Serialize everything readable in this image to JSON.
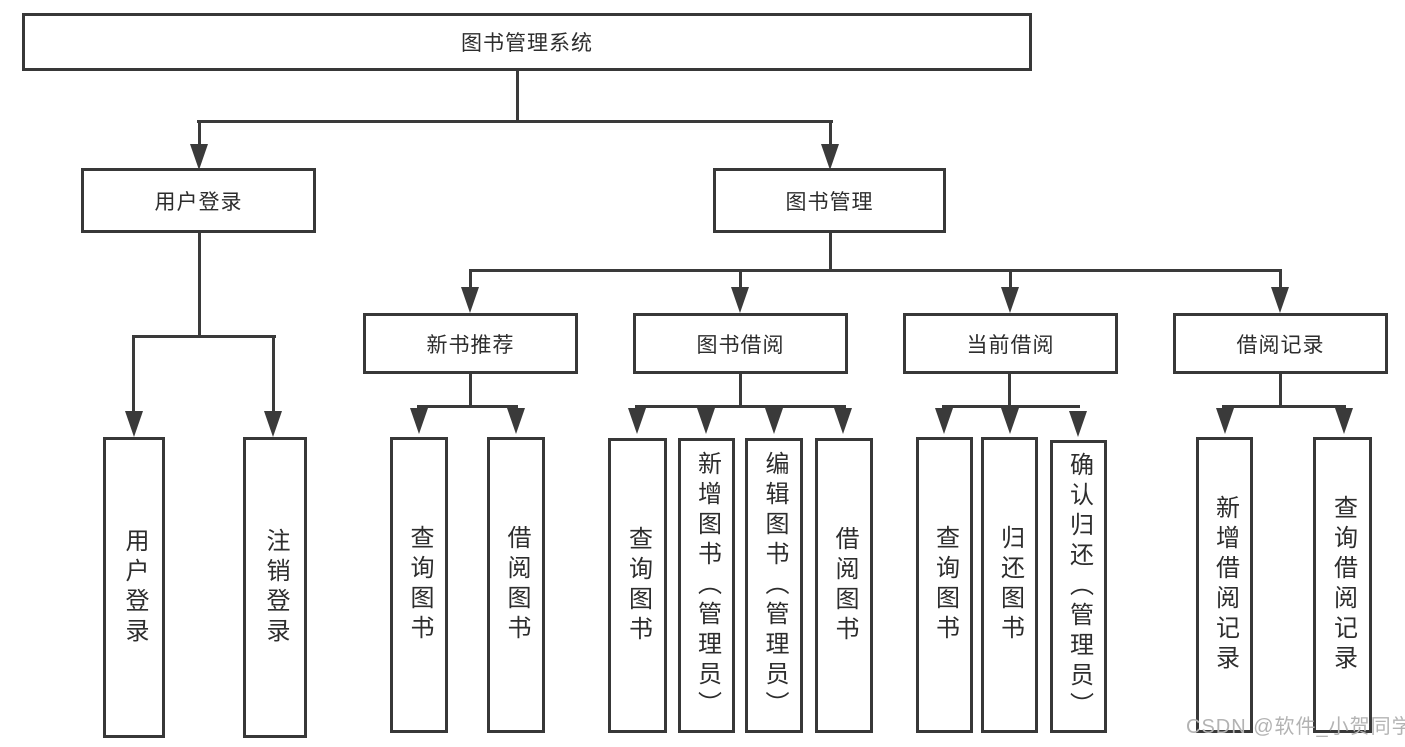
{
  "diagram": {
    "title": "图书管理系统",
    "level2": [
      "用户登录",
      "图书管理"
    ],
    "level3": [
      "新书推荐",
      "图书借阅",
      "当前借阅",
      "借阅记录"
    ],
    "children": {
      "user_login": [
        "用户登录",
        "注销登录"
      ],
      "new_books": [
        "查询图书",
        "借阅图书"
      ],
      "book_borrow": [
        "查询图书",
        "新增图书（管理员）",
        "编辑图书（管理员）",
        "借阅图书"
      ],
      "current_borrow": [
        "查询图书",
        "归还图书",
        "确认归还（管理员）"
      ],
      "borrow_records": [
        "新增借阅记录",
        "查询借阅记录"
      ]
    }
  },
  "watermark": {
    "text": "CSDN @软件_小贺同学"
  },
  "colors": {
    "line": "#3a3a3a",
    "box_border": "#383838",
    "box_fill": "#ffffff",
    "text": "#2d2d2d",
    "watermark": "#b3b3b3"
  }
}
